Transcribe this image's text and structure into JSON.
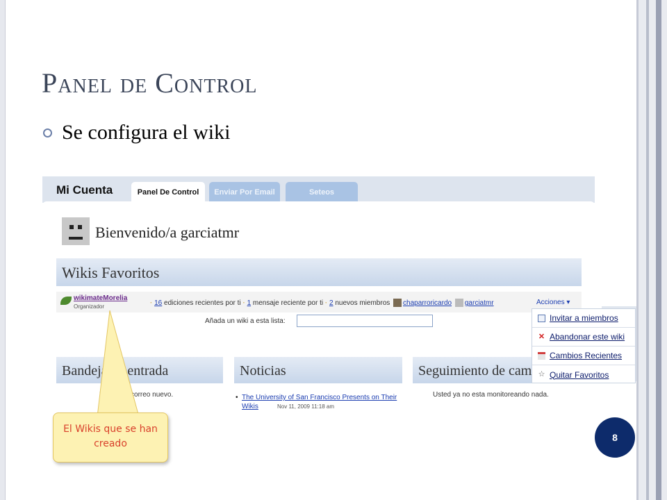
{
  "slide": {
    "title": "Panel de Control",
    "bullet": "Se configura el wiki",
    "page_number": "8"
  },
  "screenshot": {
    "account_title": "Mi Cuenta",
    "tabs": [
      {
        "label": "Panel De Control",
        "active": true
      },
      {
        "label": "Enviar Por Email",
        "active": false
      },
      {
        "label": "Seteos",
        "active": false
      }
    ],
    "welcome": "Bienvenido/a garciatmr",
    "favorites": {
      "header": "Wikis Favoritos",
      "wiki_name": "wikimateMorelia",
      "wiki_role": "Organizador",
      "recent_edits_count": "16",
      "recent_edits_text": "ediciones recientes por ti",
      "recent_msgs_count": "1",
      "recent_msgs_text": "mensaje reciente por ti",
      "new_members_count": "2",
      "new_members_text": "nuevos miembros",
      "member1": "chaparroricardo",
      "member2": "garciatmr",
      "actions": "Acciones ▾",
      "add_label": "Añada un wiki a esta lista:",
      "add_value": ""
    },
    "inbox": {
      "header": "Bandeja de entrada",
      "text": "No tienes correo nuevo."
    },
    "news": {
      "header": "Noticias",
      "item_link": "The University of San Francisco Presents on Their Wikis",
      "item_date": "Nov 11, 2009 11:18 am"
    },
    "tracking": {
      "header": "Seguimiento de cambios",
      "text": "Usted ya no esta monitoreando nada."
    }
  },
  "menu": {
    "items": [
      {
        "label": "Invitar a miembros",
        "icon": "mail-icon"
      },
      {
        "label": "Abandonar este wiki",
        "icon": "x-icon"
      },
      {
        "label": "Cambios Recientes",
        "icon": "calendar-icon"
      },
      {
        "label": "Quitar Favoritos",
        "icon": "star-icon"
      }
    ]
  },
  "callout": {
    "text": "El Wikis que se han creado"
  },
  "colors": {
    "accent": "#0d2b6b",
    "callout_text": "#d9402b",
    "callout_bg": "#fdf2b3"
  }
}
